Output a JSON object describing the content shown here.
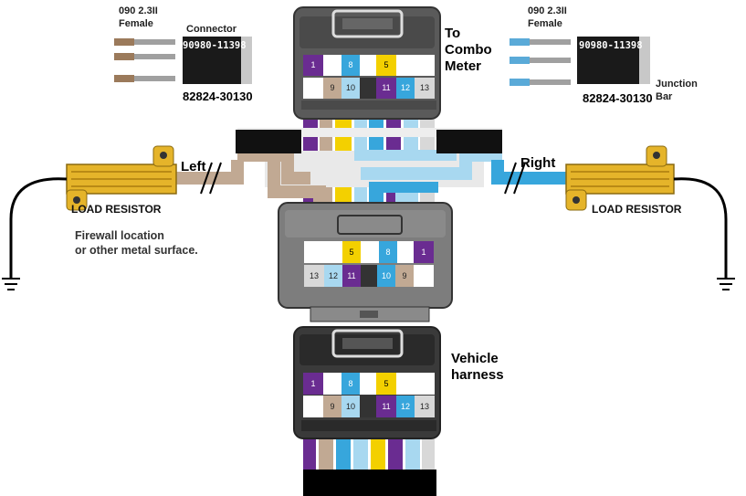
{
  "colors": {
    "purple": "#6a2c91",
    "yellow": "#f3d000",
    "blue": "#37a6dc",
    "light_blue": "#a8d8f0",
    "tan": "#c1a993",
    "gray": "#d8d8d8",
    "white": "#ffffff",
    "connector_body": "#5a5a5a",
    "resistor_gold": "#e5b42a"
  },
  "left_parts": {
    "pin_label": "090 2.3II",
    "pin_sub": "Female",
    "connector_label": "Connector",
    "part_number": "90980-11398",
    "sub_part_number": "82824-30130"
  },
  "right_parts": {
    "pin_label": "090 2.3II",
    "pin_sub": "Female",
    "part_number": "90980-11398",
    "sub_part_number": "82824-30130",
    "junction_label_1": "Junction",
    "junction_label_2": "Bar"
  },
  "labels": {
    "combo_1": "To",
    "combo_2": "Combo",
    "combo_3": "Meter",
    "left": "Left",
    "right": "Right",
    "resistor_left": "LOAD RESISTOR",
    "resistor_right": "LOAD RESISTOR",
    "firewall_1": "Firewall location",
    "firewall_2": "or other metal surface.",
    "vehicle_1": "Vehicle",
    "vehicle_2": "harness"
  },
  "connector_top": {
    "row1": [
      "1",
      "",
      "8",
      "",
      "5",
      ""
    ],
    "row2": [
      "",
      "9",
      "10",
      "11",
      "12",
      "13"
    ]
  },
  "connector_middle": {
    "row1": [
      "",
      "",
      "5",
      "",
      "8",
      "",
      "1"
    ],
    "row2": [
      "13",
      "12",
      "11",
      "",
      "10",
      "9",
      ""
    ]
  },
  "connector_bottom": {
    "row1": [
      "1",
      "",
      "8",
      "",
      "5",
      ""
    ],
    "row2": [
      "",
      "9",
      "10",
      "",
      "11",
      "12",
      "13"
    ]
  }
}
